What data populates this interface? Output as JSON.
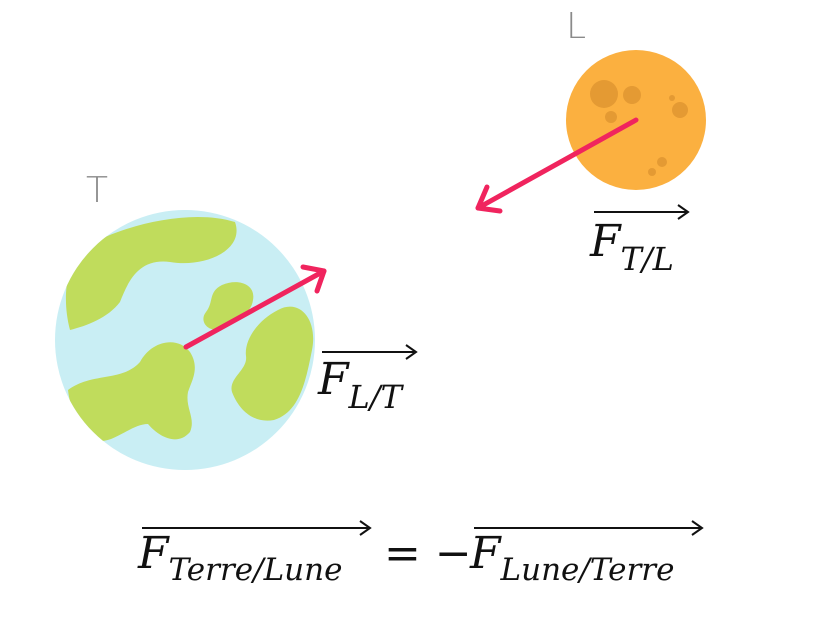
{
  "labels": {
    "earth": "T",
    "moon": "L"
  },
  "forces": {
    "moon_on_earth": {
      "base": "F",
      "sub": "L/T"
    },
    "earth_on_moon": {
      "base": "F",
      "sub": "T/L"
    }
  },
  "equation": {
    "lhs_base": "F",
    "lhs_sub": "Terre/Lune",
    "operator": "= −",
    "rhs_base": "F",
    "rhs_sub": "Lune/Terre"
  },
  "colors": {
    "ocean": "#c9eef4",
    "land": "#c0dc5c",
    "moon": "#fbb040",
    "moon_crater": "#e49a33",
    "arrow": "#f0245e"
  }
}
